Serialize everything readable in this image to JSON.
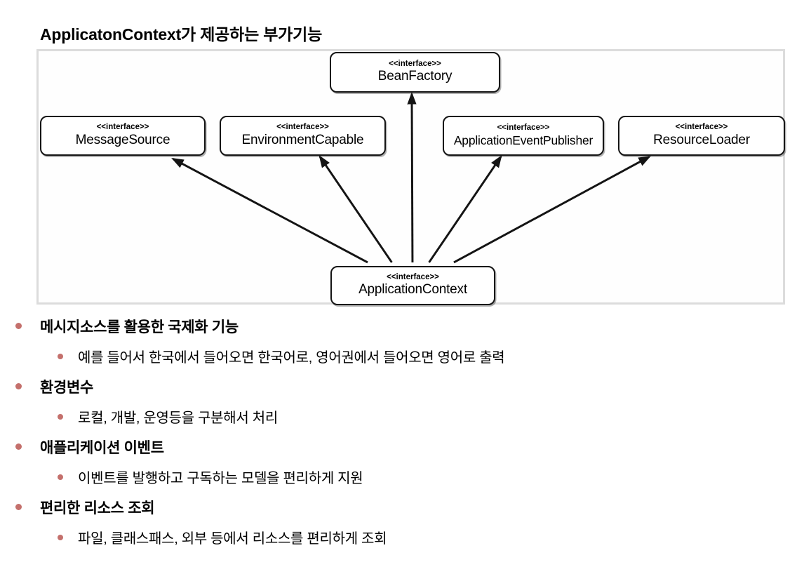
{
  "page": {
    "title": "ApplicatonContext가 제공하는 부가기능"
  },
  "diagram": {
    "stereotype": "<<interface>>",
    "nodes": {
      "beanfactory": "BeanFactory",
      "messagesource": "MessageSource",
      "environmentcapable": "EnvironmentCapable",
      "applicationeventpublisher": "ApplicationEventPublisher",
      "resourceloader": "ResourceLoader",
      "applicationcontext": "ApplicationContext"
    },
    "relations": [
      {
        "from": "ApplicationContext",
        "to": "MessageSource"
      },
      {
        "from": "ApplicationContext",
        "to": "EnvironmentCapable"
      },
      {
        "from": "ApplicationContext",
        "to": "BeanFactory"
      },
      {
        "from": "ApplicationContext",
        "to": "ApplicationEventPublisher"
      },
      {
        "from": "ApplicationContext",
        "to": "ResourceLoader"
      }
    ]
  },
  "bullets": [
    {
      "label": "메시지소스를 활용한 국제화 기능",
      "sub": "예를 들어서 한국에서 들어오면 한국어로, 영어권에서 들어오면 영어로 출력"
    },
    {
      "label": "환경변수",
      "sub": "로컬, 개발, 운영등을 구분해서 처리"
    },
    {
      "label": "애플리케이션 이벤트",
      "sub": "이벤트를 발행하고 구독하는 모델을 편리하게 지원"
    },
    {
      "label": "편리한 리소스 조회",
      "sub": "파일, 클래스패스, 외부 등에서 리소스를 편리하게 조회"
    }
  ],
  "colors": {
    "bullet_accent": "#c4706c",
    "box_border": "#141414",
    "frame_border": "#dcdcdc",
    "background": "#ffffff",
    "text": "#000000"
  }
}
